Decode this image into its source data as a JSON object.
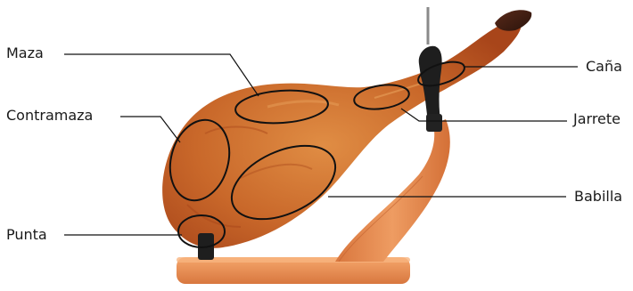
{
  "labels": {
    "maza": "Maza",
    "contramaza": "Contramaza",
    "punta": "Punta",
    "cana": "Caña",
    "jarrete": "Jarrete",
    "babilla": "Babilla"
  },
  "colors": {
    "ham_outer": "#b9531c",
    "ham_inner": "#d2762d",
    "ham_highlight": "#e49a4f",
    "wood": "#e58a52",
    "wood_dark": "#c96a36",
    "holder_black": "#1e1e1e",
    "annotation_line": "#111111"
  }
}
